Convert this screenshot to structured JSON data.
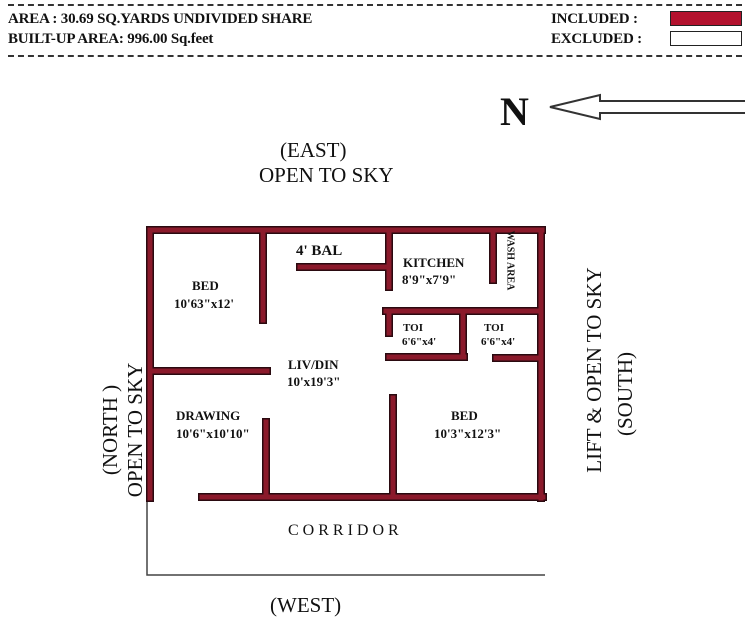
{
  "header": {
    "area": "AREA : 30.69 SQ.YARDS UNDIVIDED SHARE",
    "built_up": "BUILT-UP AREA: 996.00 Sq.feet",
    "legend": [
      {
        "label": "INCLUDED :",
        "color": "#b3122e"
      },
      {
        "label": "EXCLUDED :",
        "color": "#ffffff"
      }
    ]
  },
  "compass": {
    "label": "N",
    "icon": "arrow-left-icon"
  },
  "sides": {
    "east": [
      "(EAST)",
      "OPEN TO SKY"
    ],
    "north": [
      "(NORTH )",
      "OPEN TO SKY"
    ],
    "south": [
      "LIFT & OPEN TO SKY",
      "(SOUTH)"
    ],
    "west": "(WEST)",
    "corridor": "CORRIDOR"
  },
  "rooms": {
    "bal": "4' BAL",
    "bed1": {
      "name": "BED",
      "size": "10'63\"x12'"
    },
    "kitchen": {
      "name": "KITCHEN",
      "size": "8'9\"x7'9\""
    },
    "wash": "WASH AREA",
    "toi1": {
      "name": "TOI",
      "size": "6'6\"x4'"
    },
    "toi2": {
      "name": "TOI",
      "size": "6'6\"x4'"
    },
    "livdin": {
      "name": "LIV/DIN",
      "size": "10'x19'3\""
    },
    "drawing": {
      "name": "DRAWING",
      "size": "10'6\"x10'10\""
    },
    "bed2": {
      "name": "BED",
      "size": "10'3\"x12'3\""
    }
  },
  "wall_color": "#8b1a2b"
}
